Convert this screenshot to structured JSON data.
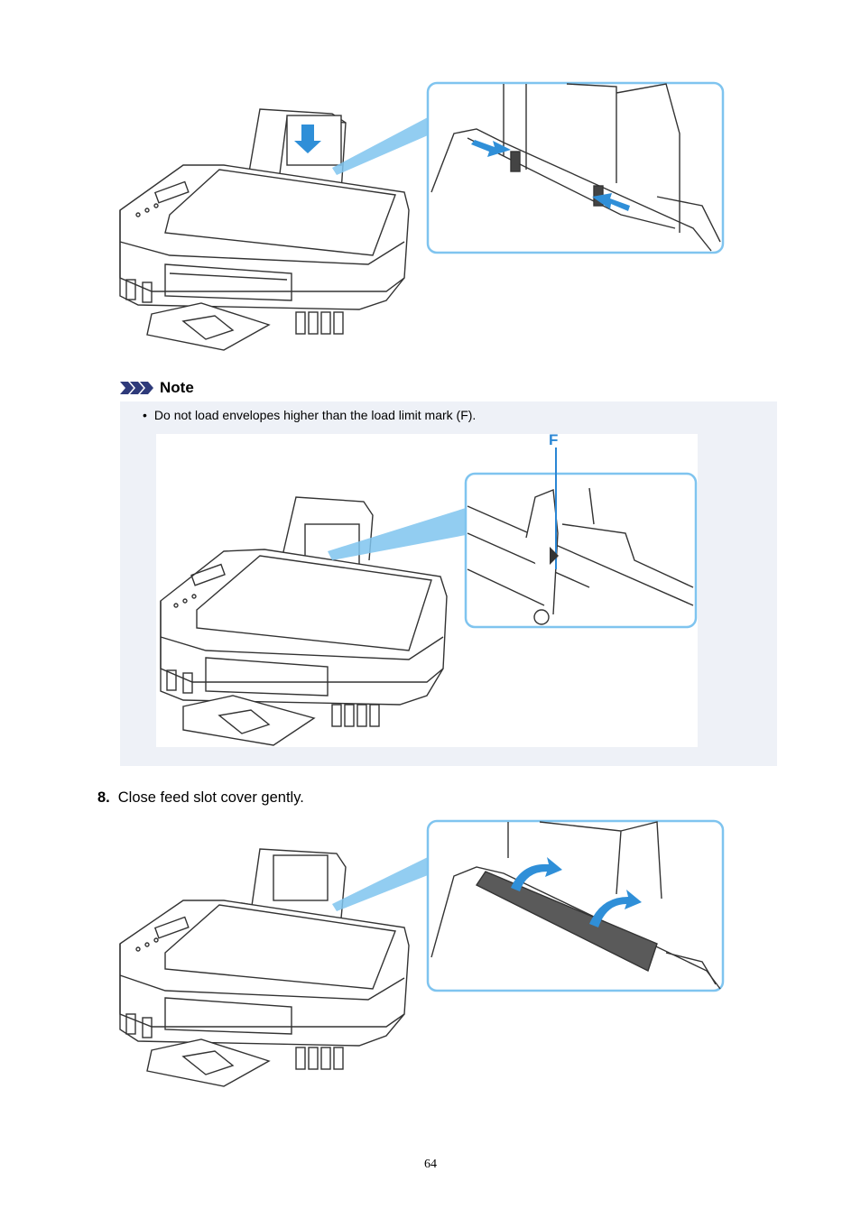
{
  "note": {
    "title": "Note",
    "bullet": "•",
    "text": "Do not load envelopes higher than the load limit mark (F)."
  },
  "figure_label": "F",
  "step": {
    "number": "8.",
    "text": "Close feed slot cover gently."
  },
  "page_number": "64",
  "colors": {
    "callout_border": "#7fc4ef",
    "arrow_blue": "#2f8fd8",
    "note_bg": "#eef1f7",
    "line": "#333333"
  }
}
